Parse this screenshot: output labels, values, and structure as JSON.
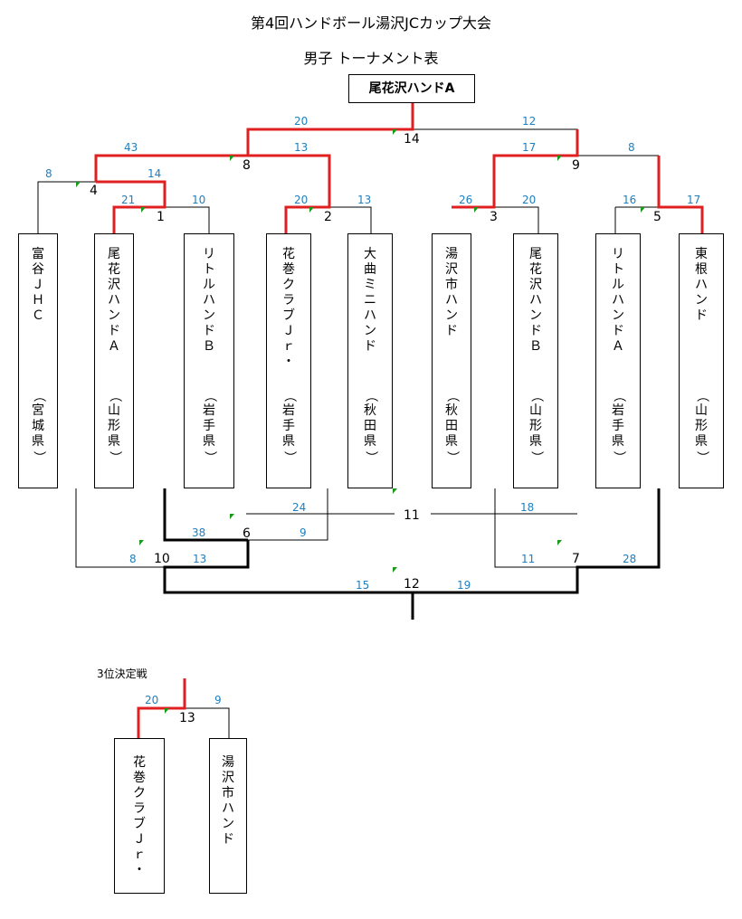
{
  "title": "第4回ハンドボール湯沢JCカップ大会",
  "subtitle": "男子  トーナメント表",
  "champion": "尾花沢ハンドA",
  "third_place_label": "3位決定戦",
  "teams": [
    {
      "name": "富谷ＪＨＣ",
      "pref": "（宮城県）"
    },
    {
      "name": "尾花沢ハンドＡ",
      "pref": "（山形県）"
    },
    {
      "name": "リトルハンドＢ",
      "pref": "（岩手県）"
    },
    {
      "name": "花巻クラブＪｒ・",
      "pref": "（岩手県）"
    },
    {
      "name": "大曲ミニハンド",
      "pref": "（秋田県）"
    },
    {
      "name": "湯沢市ハンド",
      "pref": "（秋田県）"
    },
    {
      "name": "尾花沢ハンドＢ",
      "pref": "（山形県）"
    },
    {
      "name": "リトルハンドＡ",
      "pref": "（岩手県）"
    },
    {
      "name": "東根ハンド",
      "pref": "（山形県）"
    }
  ],
  "third_place_teams": [
    {
      "name": "花巻クラブＪｒ・"
    },
    {
      "name": "湯沢市ハンド"
    }
  ],
  "matches": [
    "1",
    "2",
    "3",
    "4",
    "5",
    "6",
    "7",
    "8",
    "9",
    "10",
    "11",
    "12",
    "13",
    "14"
  ],
  "scores": [
    "20",
    "12",
    "43",
    "13",
    "17",
    "8",
    "8",
    "14",
    "21",
    "10",
    "20",
    "13",
    "26",
    "20",
    "16",
    "17",
    "24",
    "18",
    "38",
    "9",
    "8",
    "13",
    "11",
    "28",
    "15",
    "19",
    "20",
    "9"
  ],
  "colors": {
    "win_line": "#e02020",
    "line": "#000000",
    "score": "#1f7fbf",
    "marker": "#1a9a1a"
  }
}
